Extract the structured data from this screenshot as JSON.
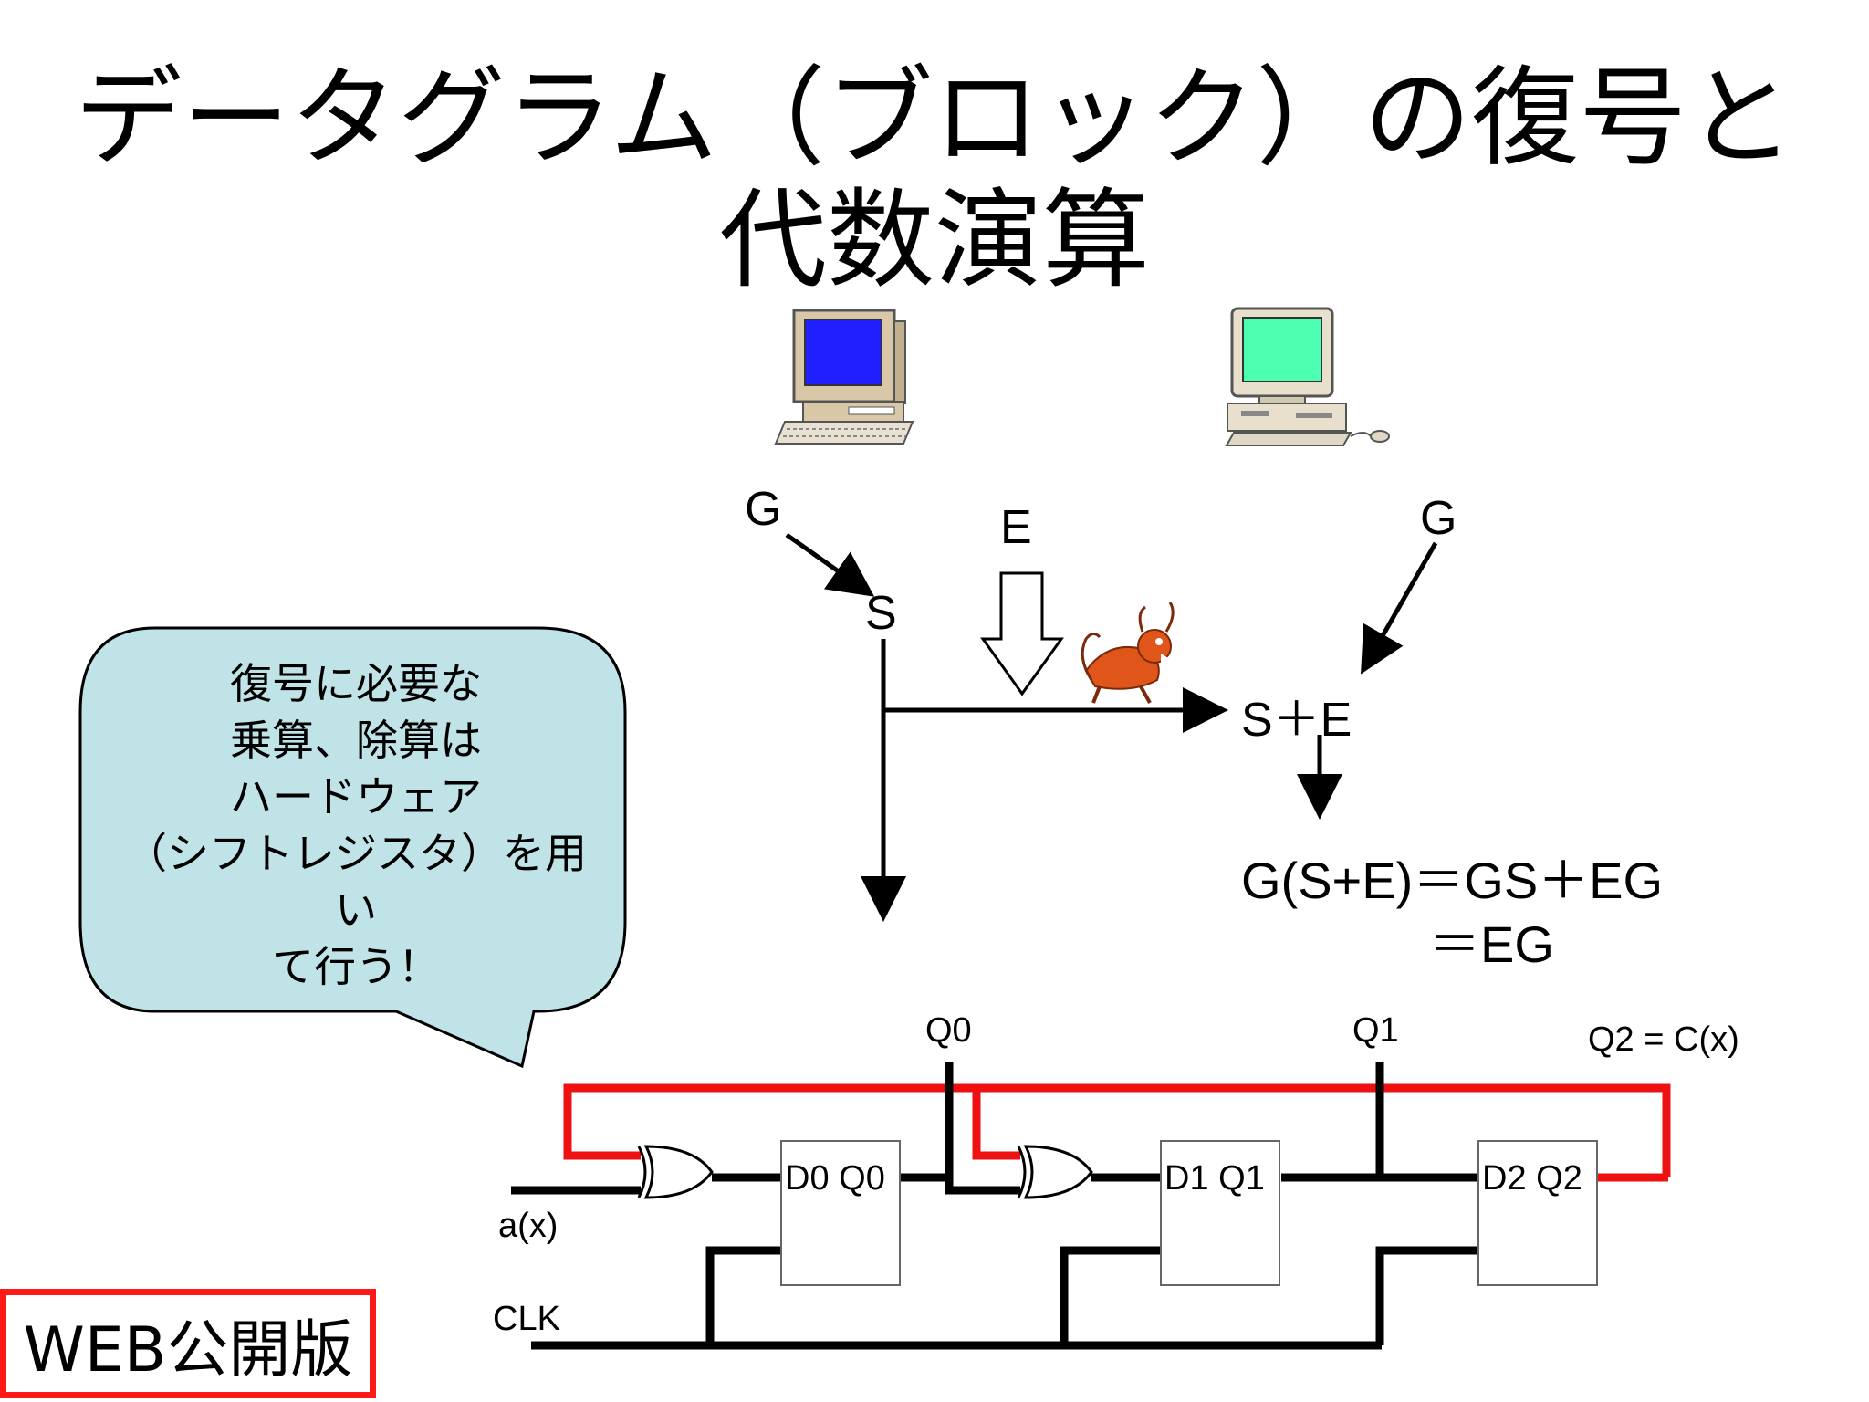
{
  "slide": {
    "title_line1": "データグラム（ブロック）の復号と",
    "title_line2": "代数演算"
  },
  "diagram": {
    "sender_label": "G",
    "syndrome_label": "S",
    "error_label": "E",
    "receiver_label": "G",
    "received_label": "S＋E",
    "equation_line1": "G(S+E)＝GS＋EG",
    "equation_line2": "＝EG"
  },
  "callout": {
    "lines": [
      "復号に必要な",
      "乗算、除算は",
      "ハードウェア",
      "（シフトレジスタ）を用い",
      "て行う！"
    ]
  },
  "circuit": {
    "q0_label": "Q0",
    "q1_label": "Q1",
    "q2_label": "Q2 = C(x)",
    "ff0_label": "D0 Q0",
    "ff1_label": "D1 Q1",
    "ff2_label": "D2 Q2",
    "input_label": "a(x)",
    "clock_label": "CLK"
  },
  "badge": {
    "text": "WEB公開版"
  },
  "colors": {
    "screen_left": "#1f1fff",
    "screen_right": "#4dffb0",
    "feedback_wire": "#ee1111",
    "callout_fill": "#bfe3e6",
    "badge_border": "#ff1a1a",
    "demon": "#e0561a"
  },
  "icons": [
    "computer-left-icon",
    "computer-right-icon",
    "demon-icon"
  ]
}
